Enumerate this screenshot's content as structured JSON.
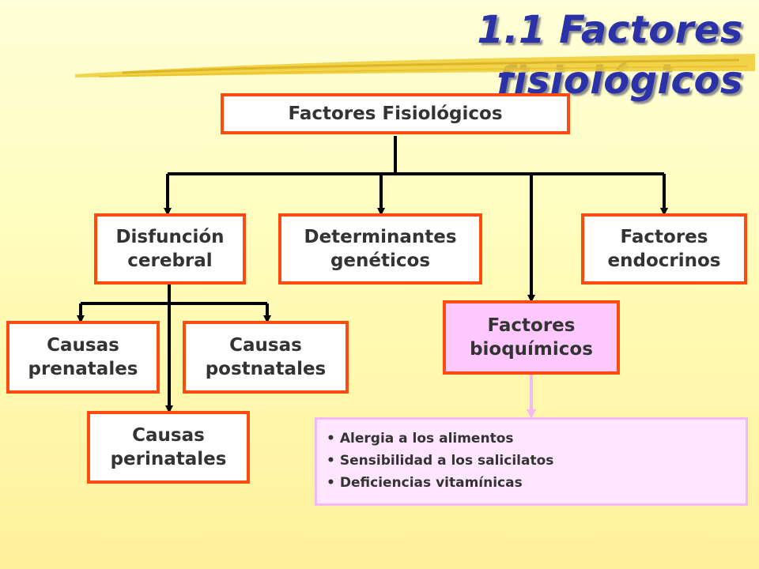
{
  "title": "1.1 Factores fisiológicos",
  "nodes": {
    "root": "Factores Fisiológicos",
    "disfuncion": "Disfunción\ncerebral",
    "determinantes": "Determinantes\ngenéticos",
    "endocrinos": "Factores\nendocrinos",
    "bioquimicos": "Factores\nbioquímicos",
    "prenatales": "Causas\nprenatales",
    "postnatales": "Causas\npostnatales",
    "perinatales": "Causas\nperinatales"
  },
  "bioquimicos_items": [
    "Alergia a los alimentos",
    "Sensibilidad a los salicilatos",
    "Deficiencias vitamínicas"
  ],
  "colors": {
    "title": "#2b32a8",
    "box_border": "#ff4a10",
    "highlight_fill": "#ffc8ff",
    "list_fill": "#ffe6ff",
    "connector": "#000000",
    "list_arrow": "#f5b8f5"
  }
}
